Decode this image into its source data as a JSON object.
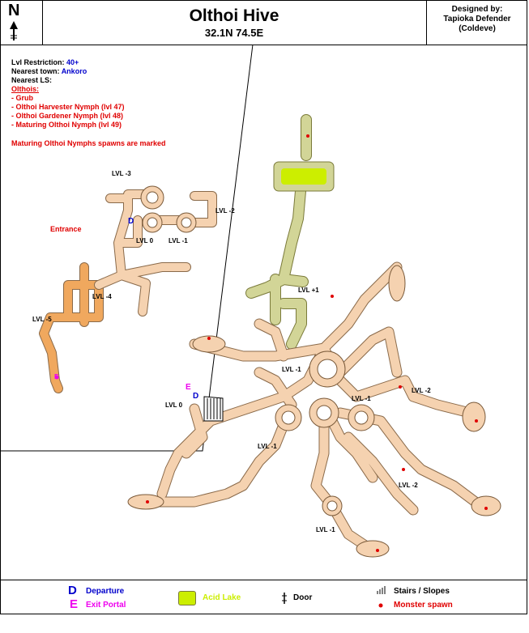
{
  "header": {
    "north": "N",
    "title": "Olthoi Hive",
    "coords": "32.1N 74.5E",
    "designer_line1": "Designed by:",
    "designer_line2": "Tapioka Defender",
    "designer_line3": "(Coldeve)"
  },
  "info": {
    "lvl_label": "Lvl Restriction:",
    "lvl_value": "40+",
    "town_label": "Nearest town:",
    "town_value": "Ankoro",
    "ls_label": "Nearest LS:",
    "monsters_heading": "Olthois:",
    "monsters": [
      "- Grub",
      "- Olthoi Harvester Nymph (lvl 47)",
      "- Olthoi Gardener Nymph (lvl 48)",
      "- Maturing Olthoi Nymph (lvl 49)"
    ],
    "note": "Maturing Olthoi Nymphs spawns are marked"
  },
  "inset_labels": {
    "entrance": "Entrance",
    "lvl_m3": "LVL -3",
    "lvl_m2": "LVL -2",
    "lvl_0": "LVL 0",
    "lvl_m1": "LVL -1",
    "lvl_m4": "LVL -4",
    "lvl_m5": "LVL -5",
    "departure_marker": "D",
    "exit_marker": "E"
  },
  "main_labels": {
    "lvl_p1": "LVL +1",
    "lvl_m1_a": "LVL -1",
    "lvl_m1_b": "LVL -1",
    "lvl_m1_c": "LVL -1",
    "lvl_m1_d": "LVL -1",
    "lvl_m2_a": "LVL -2",
    "lvl_m2_b": "LVL -2",
    "lvl_0": "LVL 0",
    "departure_marker": "D",
    "exit_marker": "E"
  },
  "legend": {
    "departure_letter": "D",
    "departure": "Departure",
    "exit_letter": "E",
    "exit": "Exit Portal",
    "acid": "Acid Lake",
    "door": "Door",
    "stairs": "Stairs / Slopes",
    "spawn": "Monster spawn"
  },
  "colors": {
    "level_m1": "#f5d2b0",
    "level_m2": "#f0c49a",
    "level_p1": "#d2d597",
    "level_m5": "#f0a85e",
    "acid": "#ccee00",
    "outline": "#7a5a3a",
    "departure": "#0000cc",
    "exit": "#ee00ee",
    "spawn": "#e00000"
  }
}
